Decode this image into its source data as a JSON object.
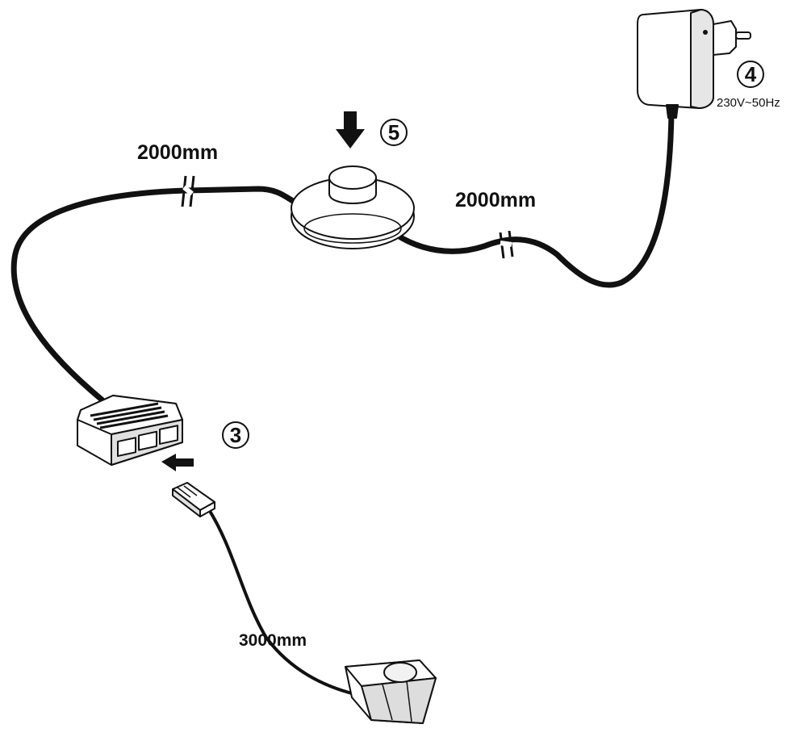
{
  "labels": {
    "cable_top_left": "2000mm",
    "cable_top_right": "2000mm",
    "cable_sensor": "3000mm",
    "num_adapter": "4",
    "num_switch": "5",
    "num_distributor": "3",
    "voltage": "230V~50Hz"
  },
  "colors": {
    "line": "#111111",
    "background": "#ffffff",
    "part_fill": "#ffffff",
    "part_shade": "#d9d9d9"
  }
}
